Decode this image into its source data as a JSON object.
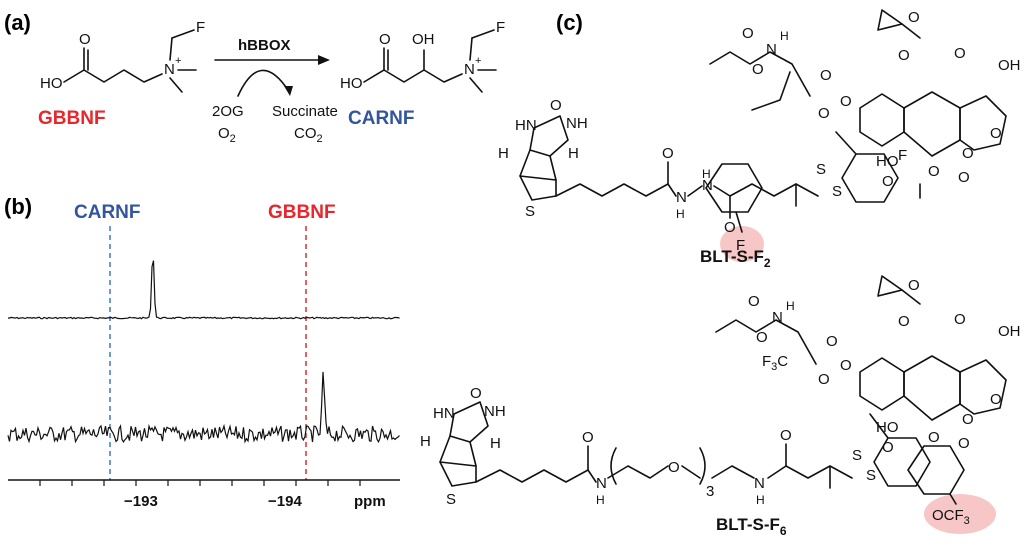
{
  "panels": {
    "a": "(a)",
    "b": "(b)",
    "c": "(c)"
  },
  "reaction": {
    "enzyme": "hBBOX",
    "substrate_name": "GBBNF",
    "product_name": "CARNF",
    "cosubstrate_1": "2OG",
    "cosubstrate_2": "O",
    "cosubstrate_2_sub": "2",
    "coproduct_1": "Succinate",
    "coproduct_2": "CO",
    "coproduct_2_sub": "2",
    "colors": {
      "substrate": "#e8262b",
      "product": "#3355a0"
    }
  },
  "spectrum": {
    "label_product": "CARNF",
    "label_substrate": "GBBNF",
    "axis_unit": "ppm",
    "ticks": [
      "−193",
      "−194"
    ],
    "peak_product_ppm": -192.85,
    "peak_substrate_ppm": -193.85,
    "colors": {
      "product_line": "#5b8fd6",
      "substrate_line": "#e05050"
    }
  },
  "compounds": {
    "top": {
      "name": "BLT-S-F",
      "sub": "2",
      "highlight": "F"
    },
    "bottom": {
      "name": "BLT-S-F",
      "sub": "6",
      "highlight": "OCF",
      "highlight_sub": "3",
      "repeat_sub": "3"
    },
    "highlight_color": "#f7c6c6"
  }
}
